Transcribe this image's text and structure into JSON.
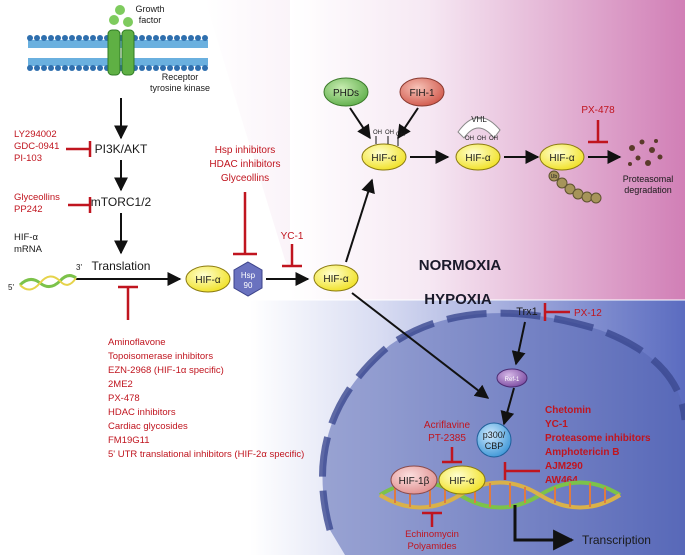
{
  "regions": {
    "normoxia": "NORMOXIA",
    "hypoxia": "HYPOXIA"
  },
  "membrane": {
    "growth_factor": [
      "Growth",
      "factor"
    ],
    "receptor": [
      "Receptor",
      "tyrosine kinase"
    ]
  },
  "pathway": {
    "pi3k": "PI3K/AKT",
    "mtorc": "mTORC1/2",
    "translation": "Translation",
    "mrna": [
      "HIF-α",
      "mRNA"
    ],
    "mrna_5": "5'",
    "mrna_3": "3'"
  },
  "inhibitors": {
    "pi3k": [
      "LY294002",
      "GDC-0941",
      "PI-103"
    ],
    "mtorc": [
      "Glyceollins",
      "PP242"
    ],
    "hsp": [
      "Hsp inhibitors",
      "HDAC inhibitors",
      "Glyceollins"
    ],
    "yc1": "YC-1",
    "translation": [
      "Aminoflavone",
      "Topoisomerase inhibitors",
      "EZN-2968 (HIF-1α specific)",
      "2ME2",
      "PX-478",
      "HDAC inhibitors",
      "Cardiac glycosides",
      "FM19G11",
      "5' UTR translational inhibitors (HIF-2α specific)"
    ],
    "px478": "PX-478",
    "px12": "PX-12",
    "dimer": [
      "Acriflavine",
      "PT-2385"
    ],
    "p300": [
      "Chetomin",
      "YC-1",
      "Proteasome inhibitors",
      "Amphotericin B",
      "AJM290",
      "AW464"
    ],
    "dna": [
      "Echinomycin",
      "Polyamides"
    ]
  },
  "nodes": {
    "hif": "HIF-α",
    "hsp": [
      "Hsp",
      "90"
    ],
    "phds": "PHDs",
    "fih": "FIH-1",
    "vhl": "VHL",
    "oh": "OH",
    "ub": "Ub",
    "degradation": [
      "Proteasomal",
      "degradation"
    ],
    "trx1": "Trx1",
    "ref1": "Ref-1",
    "p300": [
      "p300/",
      "CBP"
    ],
    "hif1b": "HIF-1β",
    "transcription": "Transcription"
  },
  "colors": {
    "inhibitor": "#c0151f",
    "hif_fill": "#f5ee42",
    "normoxia_bg": "#d98fc2",
    "hypoxia_bg": "#6f7fc8",
    "phds": "#7fc46a",
    "fih": "#e07a6a",
    "p300": "#4aa7e0"
  }
}
